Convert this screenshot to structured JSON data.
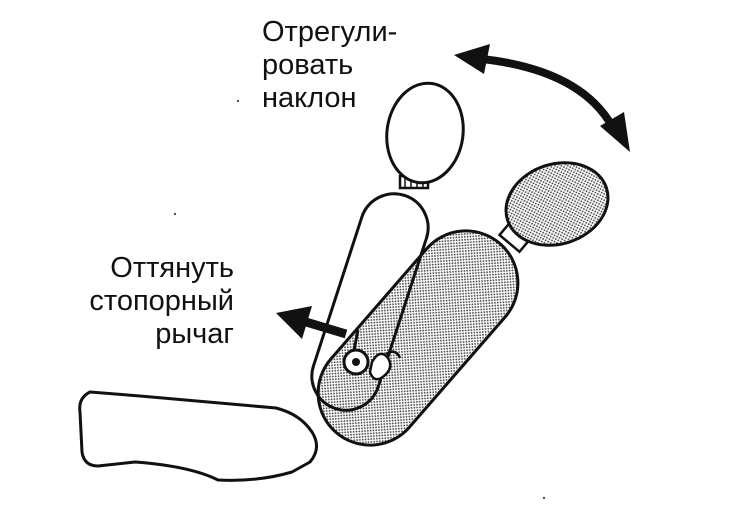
{
  "labels": {
    "recline": [
      "Отрегули-",
      "ровать",
      "наклон"
    ],
    "lever": [
      "Оттянуть",
      "стопорный",
      "рычаг"
    ]
  },
  "colors": {
    "ink": "#111111",
    "shade_dot": "#3a3a3a",
    "background": "#ffffff"
  },
  "icons": {
    "recline_arrow": "double-headed-curved-arrow",
    "lever_arrow": "left-arrow"
  }
}
